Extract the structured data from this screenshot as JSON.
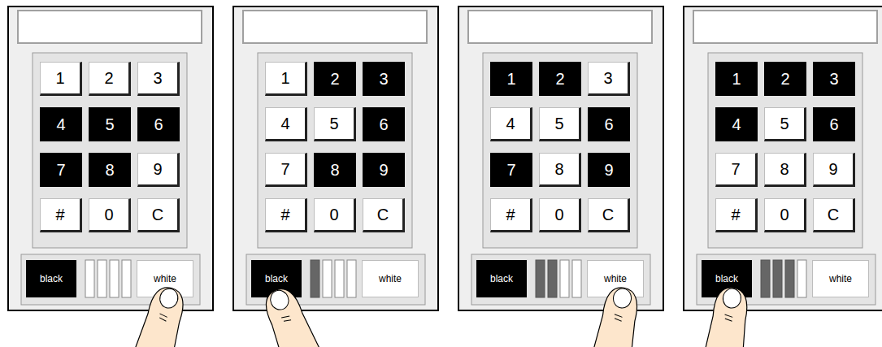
{
  "diagram": {
    "nodes": [
      {
        "text": [
          "1"
        ]
      },
      {
        "text": [
          "2"
        ]
      },
      {
        "text": [
          "3"
        ]
      },
      {
        "text": [
          "4"
        ]
      },
      {
        "text": [
          "5"
        ]
      },
      {
        "text": [
          "6"
        ]
      },
      {
        "text": [
          "7"
        ]
      },
      {
        "text": [
          "8"
        ]
      },
      {
        "text": [
          "9"
        ]
      },
      {
        "text": [
          "#"
        ]
      },
      {
        "text": [
          "0"
        ]
      },
      {
        "text": [
          "C"
        ]
      },
      {
        "text": [
          "black"
        ]
      },
      {
        "text": [
          "white"
        ]
      },
      {
        "text": [
          "1"
        ]
      },
      {
        "text": [
          "2"
        ]
      },
      {
        "text": [
          "3"
        ]
      },
      {
        "text": [
          "4"
        ]
      },
      {
        "text": [
          "5"
        ]
      },
      {
        "text": [
          "6"
        ]
      },
      {
        "text": [
          "7"
        ]
      },
      {
        "text": [
          "8"
        ]
      },
      {
        "text": [
          "9"
        ]
      },
      {
        "text": [
          "#"
        ]
      },
      {
        "text": [
          "0"
        ]
      },
      {
        "text": [
          "C"
        ]
      },
      {
        "text": [
          "black"
        ]
      },
      {
        "text": [
          "white"
        ]
      },
      {
        "text": [
          "1"
        ]
      },
      {
        "text": [
          "2"
        ]
      },
      {
        "text": [
          "3"
        ]
      },
      {
        "text": [
          "4"
        ]
      },
      {
        "text": [
          "5"
        ]
      },
      {
        "text": [
          "6"
        ]
      },
      {
        "text": [
          "7"
        ]
      },
      {
        "text": [
          "8"
        ]
      },
      {
        "text": [
          "9"
        ]
      },
      {
        "text": [
          "#"
        ]
      },
      {
        "text": [
          "0"
        ]
      },
      {
        "text": [
          "C"
        ]
      },
      {
        "text": [
          "black"
        ]
      },
      {
        "text": [
          "white"
        ]
      },
      {
        "text": [
          "1"
        ]
      },
      {
        "text": [
          "2"
        ]
      },
      {
        "text": [
          "3"
        ]
      },
      {
        "text": [
          "4"
        ]
      },
      {
        "text": [
          "5"
        ]
      },
      {
        "text": [
          "6"
        ]
      },
      {
        "text": [
          "7"
        ]
      },
      {
        "text": [
          "8"
        ]
      },
      {
        "text": [
          "9"
        ]
      },
      {
        "text": [
          "#"
        ]
      },
      {
        "text": [
          "0"
        ]
      },
      {
        "text": [
          "C"
        ]
      },
      {
        "text": [
          "black"
        ]
      },
      {
        "text": [
          "white"
        ]
      }
    ]
  }
}
